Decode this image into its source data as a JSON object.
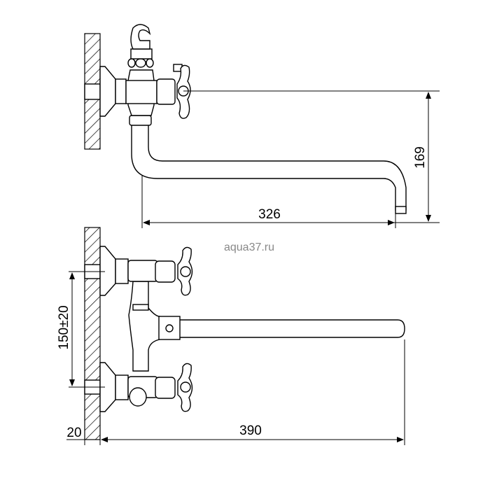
{
  "watermark": "aqua37.ru",
  "top_view": {
    "dim_spout_reach": "326",
    "dim_spout_height": "169"
  },
  "bottom_view": {
    "dim_center_distance": "150±20",
    "dim_wall_offset": "20",
    "dim_spout_length": "390"
  },
  "colors": {
    "line": "#000000",
    "watermark": "#888888"
  }
}
